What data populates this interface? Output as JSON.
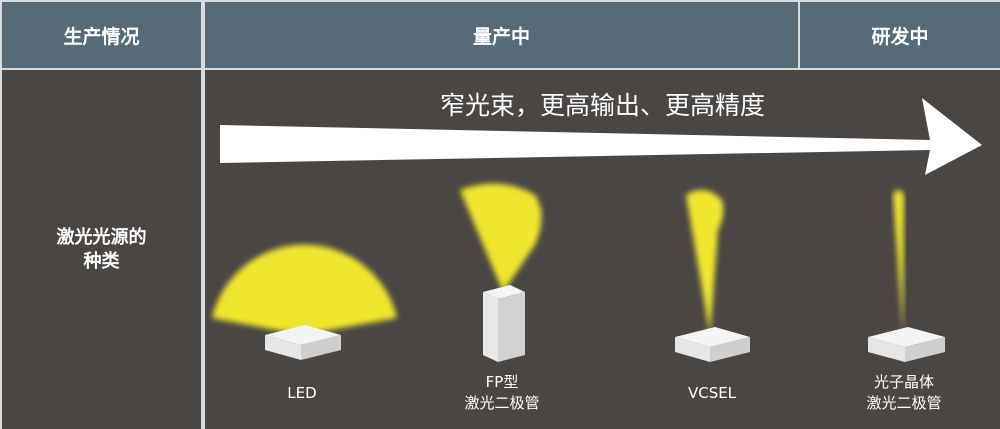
{
  "header": {
    "status_label": "生产情况",
    "mass_production": "量产中",
    "in_development": "研发中"
  },
  "row": {
    "label_line1": "激光光源的",
    "label_line2": "种类"
  },
  "slogan": "窄光束，更高输出、更高精度",
  "items": [
    {
      "line1": "LED",
      "line2": ""
    },
    {
      "line1": "FP型",
      "line2": "激光二极管"
    },
    {
      "line1": "VCSEL",
      "line2": ""
    },
    {
      "line1": "光子晶体",
      "line2": "激光二极管"
    }
  ],
  "colors": {
    "header": "#566b77",
    "body": "#4a4644",
    "beam": "#f0e62e"
  }
}
